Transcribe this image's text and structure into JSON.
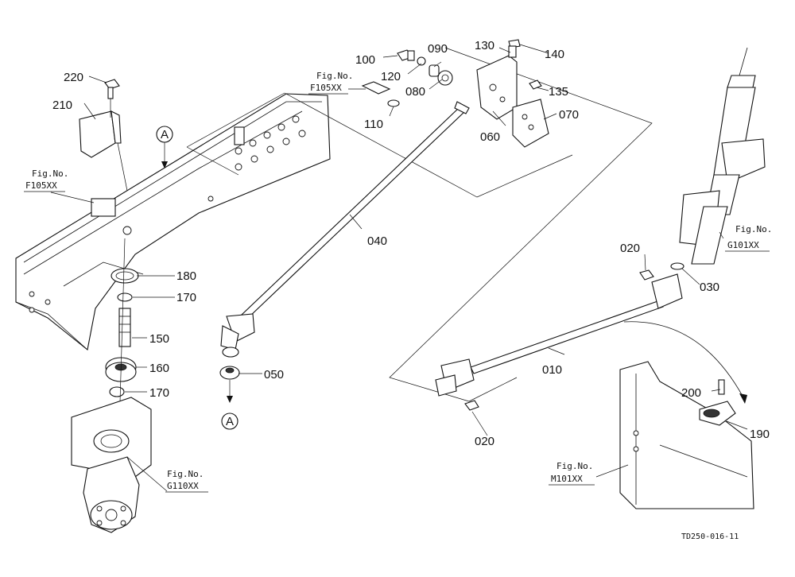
{
  "title_code": "TD250-016-11",
  "references": {
    "f105_top": {
      "line1": "Fig.No.",
      "line2": "F105XX"
    },
    "f105_left": {
      "line1": "Fig.No.",
      "line2": "F105XX"
    },
    "g110": {
      "line1": "Fig.No.",
      "line2": "G110XX"
    },
    "g101": {
      "line1": "Fig.No.",
      "line2": "G101XX"
    },
    "m101": {
      "line1": "Fig.No.",
      "line2": "M101XX"
    }
  },
  "callout_A": "A",
  "parts": {
    "p010": "010",
    "p020a": "020",
    "p020b": "020",
    "p030": "030",
    "p040": "040",
    "p050": "050",
    "p060": "060",
    "p070": "070",
    "p080": "080",
    "p090": "090",
    "p100": "100",
    "p110": "110",
    "p120": "120",
    "p130": "130",
    "p135": "135",
    "p140": "140",
    "p150": "150",
    "p160": "160",
    "p170a": "170",
    "p170b": "170",
    "p180": "180",
    "p190": "190",
    "p200": "200",
    "p210": "210",
    "p220": "220"
  }
}
